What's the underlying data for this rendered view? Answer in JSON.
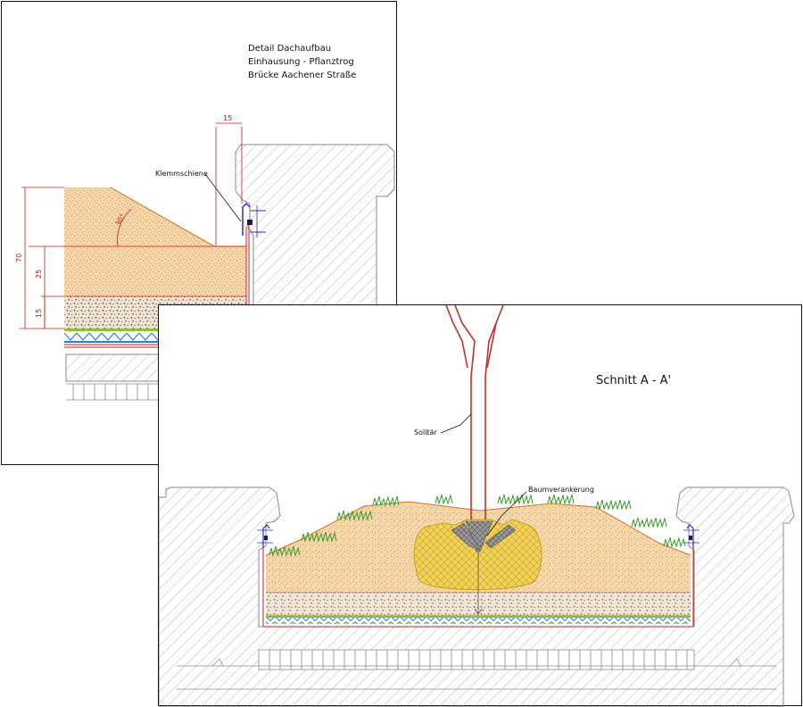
{
  "detail": {
    "title_lines": [
      "Detail Dachaufbau",
      "Einhausung - Pflanztrog",
      "Brücke Aachener Straße"
    ],
    "labels": {
      "clamp_rail": "Klemmschiene"
    },
    "dimensions": {
      "top_width": "15",
      "angle": "30°",
      "total_height": "70",
      "middle_height": "25",
      "bottom_height": "15"
    }
  },
  "section": {
    "title": "Schnitt A - A'",
    "labels": {
      "tree": "Solitär",
      "anchoring": "Baumverankerung"
    }
  },
  "colors": {
    "substrate": "#f3cf9d",
    "gravel": "#e9ded0",
    "line_red": "#d01818",
    "waterproof_blue": "#3a86c8",
    "membrane_green": "#8fbf3a",
    "grass": "#3a9a2a",
    "root_ball": "#f1d25a",
    "trunk": "#c4302a",
    "concrete_hatch": "#9a9a9a"
  }
}
